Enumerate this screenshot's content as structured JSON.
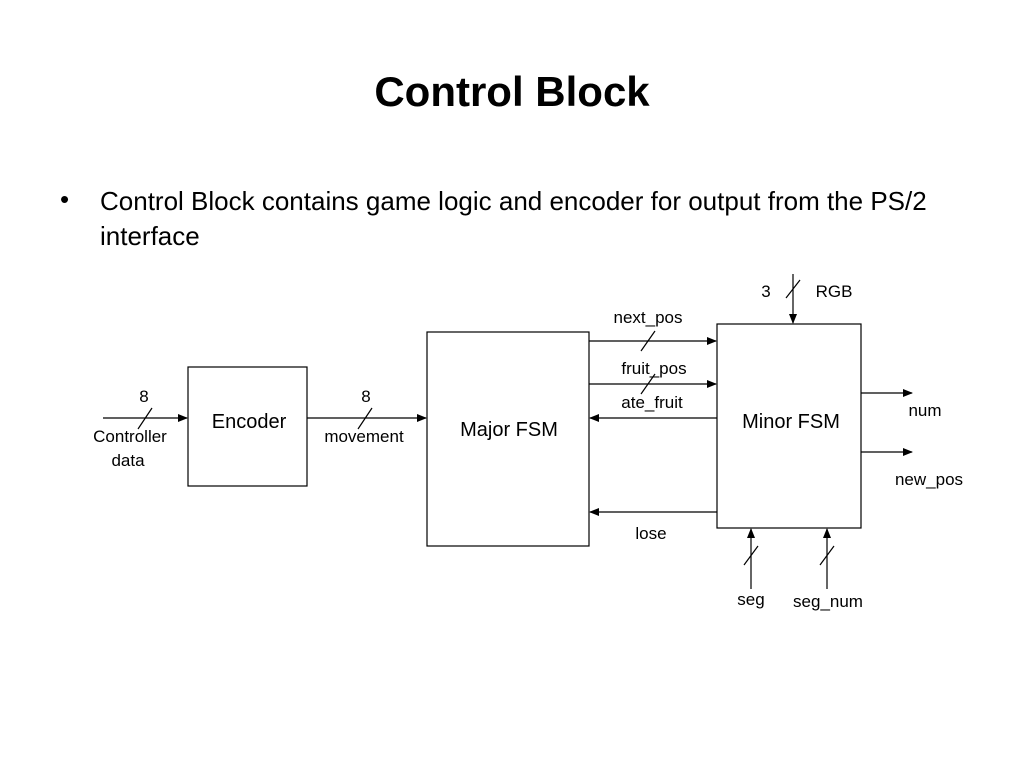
{
  "slide": {
    "title": "Control Block",
    "bullet": "Control Block contains game logic and encoder for output from the PS/2 interface"
  },
  "diagram": {
    "blocks": {
      "encoder": "Encoder",
      "major_fsm": "Major FSM",
      "minor_fsm": "Minor FSM"
    },
    "signals": {
      "controller_width": "8",
      "controller_line1": "Controller",
      "controller_line2": "data",
      "movement_width": "8",
      "movement": "movement",
      "next_pos": "next_pos",
      "fruit_pos": "fruit_pos",
      "ate_fruit": "ate_fruit",
      "lose": "lose",
      "rgb_width": "3",
      "rgb": "RGB",
      "num": "num",
      "new_pos": "new_pos",
      "seg": "seg",
      "seg_num": "seg_num"
    }
  }
}
